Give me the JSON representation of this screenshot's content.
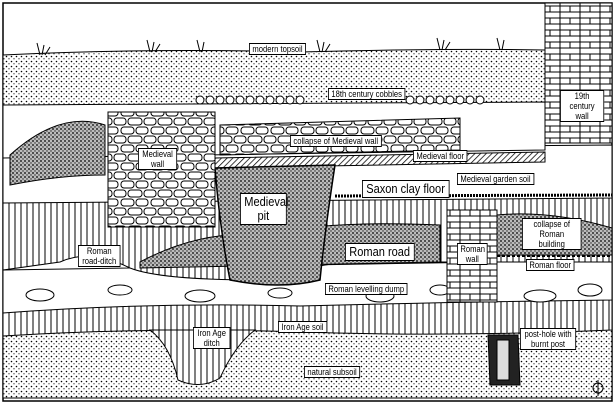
{
  "labels": {
    "modern_topsoil": "modern topsoil",
    "century19_wall": "19th century wall",
    "cobbles18": "18th century cobbles",
    "collapse_medieval_wall": "collapse of Medieval wall",
    "medieval_wall": "Medieval wall",
    "medieval_floor": "Medieval floor",
    "medieval_pit": "Medieval pit",
    "saxon_clay_floor": "Saxon clay floor",
    "medieval_garden_soil": "Medieval garden soil",
    "roman_road_ditch": "Roman road-ditch",
    "roman_road": "Roman road",
    "roman_wall": "Roman wall",
    "collapse_roman_building": "collapse of Roman building",
    "roman_floor": "Roman floor",
    "roman_levelling_dump": "Roman levelling dump",
    "iron_age_soil": "Iron Age soil",
    "iron_age_ditch": "Iron Age ditch",
    "post_hole": "post-hole with burnt post",
    "natural_subsoil": "natural subsoil"
  },
  "colors": {
    "ink": "#000000",
    "paper": "#ffffff"
  }
}
